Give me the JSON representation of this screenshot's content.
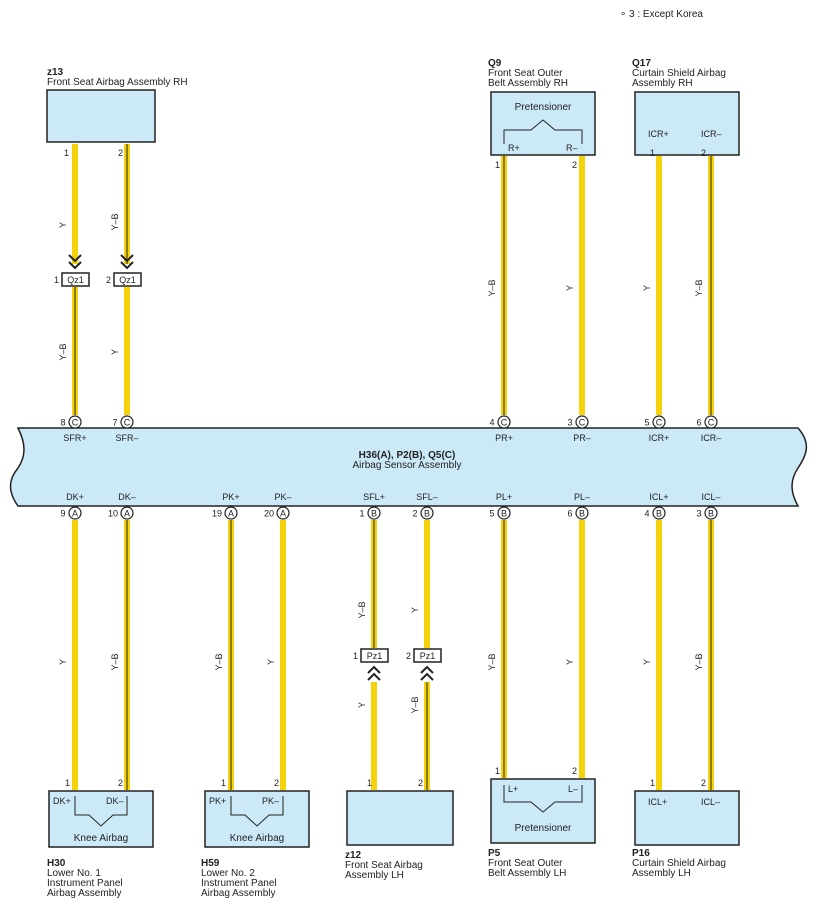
{
  "note": "∘ 3 : Except Korea",
  "colors": {
    "wire_y": "#f5d20a",
    "component_fill": "#cce9f8",
    "stroke": "#222222"
  },
  "sensor": {
    "title": "H36(A), P2(B), Q5(C)",
    "subtitle": "Airbag Sensor Assembly",
    "top_pins": [
      {
        "label": "SFR+",
        "num": "8",
        "conn": "C"
      },
      {
        "label": "SFR–",
        "num": "7",
        "conn": "C"
      },
      {
        "label": "PR+",
        "num": "4",
        "conn": "C"
      },
      {
        "label": "PR–",
        "num": "3",
        "conn": "C"
      },
      {
        "label": "ICR+",
        "num": "5",
        "conn": "C"
      },
      {
        "label": "ICR–",
        "num": "6",
        "conn": "C"
      }
    ],
    "bottom_pins": [
      {
        "label": "DK+",
        "num": "9",
        "conn": "A"
      },
      {
        "label": "DK–",
        "num": "10",
        "conn": "A"
      },
      {
        "label": "PK+",
        "num": "19",
        "conn": "A"
      },
      {
        "label": "PK–",
        "num": "20",
        "conn": "A"
      },
      {
        "label": "SFL+",
        "num": "1",
        "conn": "B"
      },
      {
        "label": "SFL–",
        "num": "2",
        "conn": "B"
      },
      {
        "label": "PL+",
        "num": "5",
        "conn": "B"
      },
      {
        "label": "PL–",
        "num": "6",
        "conn": "B"
      },
      {
        "label": "ICL+",
        "num": "4",
        "conn": "B"
      },
      {
        "label": "ICL–",
        "num": "3",
        "conn": "B"
      }
    ]
  },
  "components": {
    "z13": {
      "code": "z13",
      "name_lines": [
        "Front Seat Airbag Assembly RH"
      ],
      "pins": [
        "1",
        "2"
      ]
    },
    "q9": {
      "code": "Q9",
      "name_lines": [
        "Front Seat Outer",
        "Belt Assembly RH"
      ],
      "inner": "Pretensioner",
      "terms": [
        "R+",
        "R–"
      ],
      "pins": [
        "1",
        "2"
      ]
    },
    "q17": {
      "code": "Q17",
      "name_lines": [
        "Curtain Shield Airbag",
        "Assembly RH"
      ],
      "terms": [
        "ICR+",
        "ICR–"
      ],
      "pins": [
        "1",
        "2"
      ]
    },
    "h30": {
      "code": "H30",
      "name_lines": [
        "Lower No.  1",
        "Instrument Panel",
        "Airbag Assembly"
      ],
      "inner": "Knee Airbag",
      "terms": [
        "DK+",
        "DK–"
      ],
      "pins": [
        "1",
        "2"
      ]
    },
    "h59": {
      "code": "H59",
      "name_lines": [
        "Lower No.  2",
        "Instrument Panel",
        "Airbag Assembly"
      ],
      "inner": "Knee Airbag",
      "terms": [
        "PK+",
        "PK–"
      ],
      "pins": [
        "1",
        "2"
      ]
    },
    "z12": {
      "code": "z12",
      "name_lines": [
        "Front Seat Airbag",
        "Assembly LH"
      ],
      "pins": [
        "1",
        "2"
      ]
    },
    "p5": {
      "code": "P5",
      "name_lines": [
        "Front Seat Outer",
        "Belt Assembly LH"
      ],
      "inner": "Pretensioner",
      "terms": [
        "L+",
        "L–"
      ],
      "pins": [
        "1",
        "2"
      ]
    },
    "p16": {
      "code": "P16",
      "name_lines": [
        "Curtain Shield Airbag",
        "Assembly LH"
      ],
      "terms": [
        "ICL+",
        "ICL–"
      ],
      "pins": [
        "1",
        "2"
      ]
    }
  },
  "connectors": {
    "qz1": {
      "label": "Qz1",
      "pins": [
        "1",
        "2"
      ]
    },
    "pz1": {
      "label": "Pz1",
      "pins": [
        "1",
        "2"
      ]
    }
  },
  "wires": {
    "z13_1_upper": "Y",
    "z13_2_upper": "Y–B",
    "z13_1_lower": "Y–B",
    "z13_2_lower": "Y",
    "q9_1": "Y–B",
    "q9_2": "Y",
    "q17_1": "Y",
    "q17_2": "Y–B",
    "h30_1": "Y",
    "h30_2": "Y–B",
    "h59_1": "Y–B",
    "h59_2": "Y",
    "z12_1_upper": "Y–B",
    "z12_2_upper": "Y",
    "z12_1_lower": "Y",
    "z12_2_lower": "Y–B",
    "p5_1": "Y–B",
    "p5_2": "Y",
    "p16_1": "Y",
    "p16_2": "Y–B"
  }
}
